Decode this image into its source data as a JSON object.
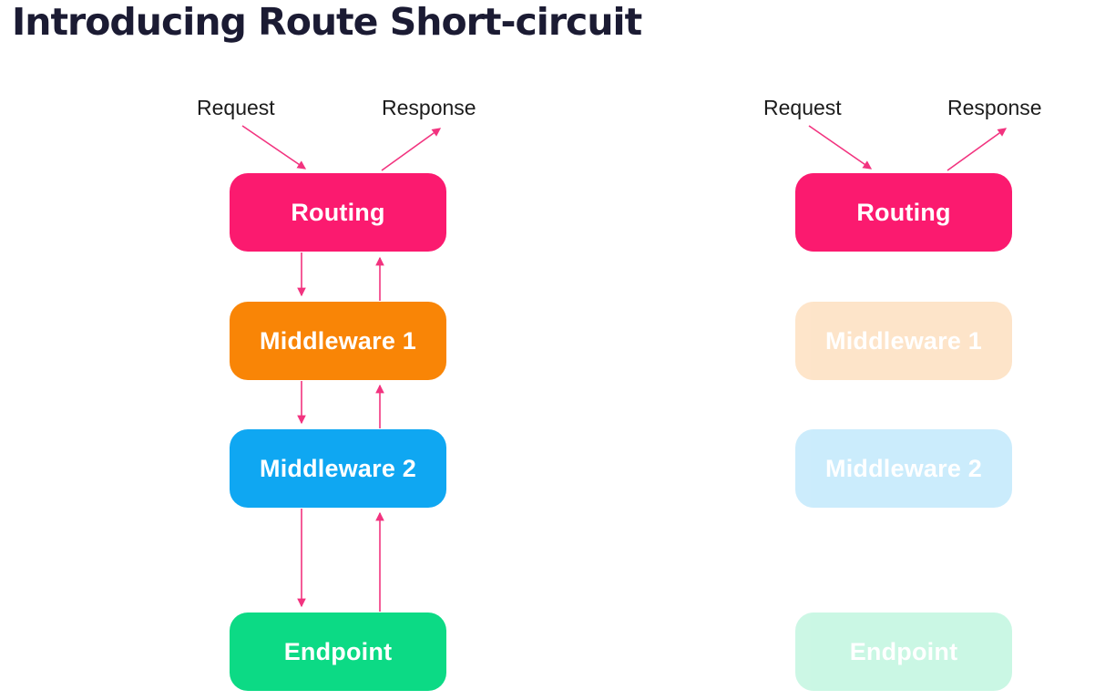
{
  "title": "Introducing Route Short-circuit",
  "colors": {
    "title_text": "#1b1b33",
    "label_text": "#1c1c1c",
    "arrow": "#f2337f",
    "routing": "#fb1a6f",
    "middleware1": "#f98506",
    "middleware2": "#0fa7f2",
    "endpoint": "#0cda85",
    "node_text": "#ffffff"
  },
  "diagrams": {
    "left": {
      "request_label": "Request",
      "response_label": "Response",
      "nodes": [
        {
          "label": "Routing",
          "faded": false
        },
        {
          "label": "Middleware 1",
          "faded": false
        },
        {
          "label": "Middleware 2",
          "faded": false
        },
        {
          "label": "Endpoint",
          "faded": false
        }
      ],
      "has_internal_arrows": true
    },
    "right": {
      "request_label": "Request",
      "response_label": "Response",
      "nodes": [
        {
          "label": "Routing",
          "faded": false
        },
        {
          "label": "Middleware 1",
          "faded": true
        },
        {
          "label": "Middleware 2",
          "faded": true
        },
        {
          "label": "Endpoint",
          "faded": true
        }
      ],
      "has_internal_arrows": false
    }
  }
}
